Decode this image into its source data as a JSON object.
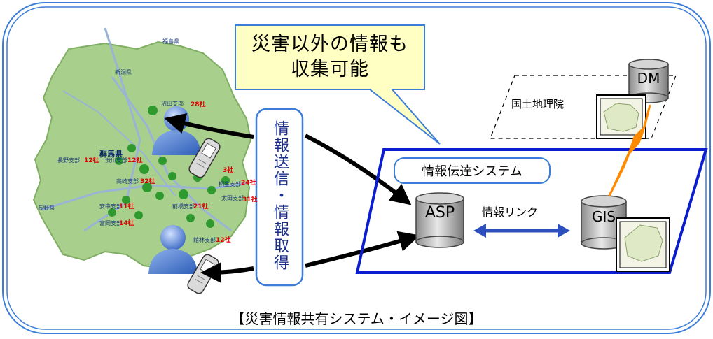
{
  "bubble": {
    "line1": "災害以外の情報も",
    "line2": "収集可能"
  },
  "vertical_label": "情報送信・情報取得",
  "system_box_title": "情報伝達システム",
  "gsi_label": "国土地理院",
  "db": {
    "asp": "ASP",
    "gis": "GIS",
    "dm": "DM"
  },
  "link_label": "情報リンク",
  "caption": "【災害情報共有システム・イメージ図】",
  "map": {
    "prefecture_label": "群馬県",
    "neighbor_labels": [
      "福島県",
      "新潟県",
      "長野県"
    ],
    "branches": [
      {
        "name": "沼田支部",
        "count": "28社"
      },
      {
        "name": "長野支部",
        "count": "12社"
      },
      {
        "name": "渋川支部",
        "count": "12社"
      },
      {
        "name": "高崎支部",
        "count": "32社"
      },
      {
        "name": "安中支部",
        "count": "11社"
      },
      {
        "name": "富岡支部",
        "count": "14社"
      },
      {
        "name": "桐生支部",
        "count": "24社"
      },
      {
        "name": "太田支部",
        "count": "31社"
      },
      {
        "name": "前橋支部",
        "count": "21社"
      },
      {
        "name": "館林支部",
        "count": "12社"
      },
      {
        "name": "",
        "count": "3社"
      }
    ]
  },
  "colors": {
    "frame": "#3b7dd8",
    "system_border": "#0a1ecf",
    "bubble_fill": "#ffffc4",
    "vertical_border": "#3b7dd8",
    "map_fill": "#a8cf8c",
    "lightning": "#ff8a00",
    "arrow_blue": "#2c4fbd"
  }
}
